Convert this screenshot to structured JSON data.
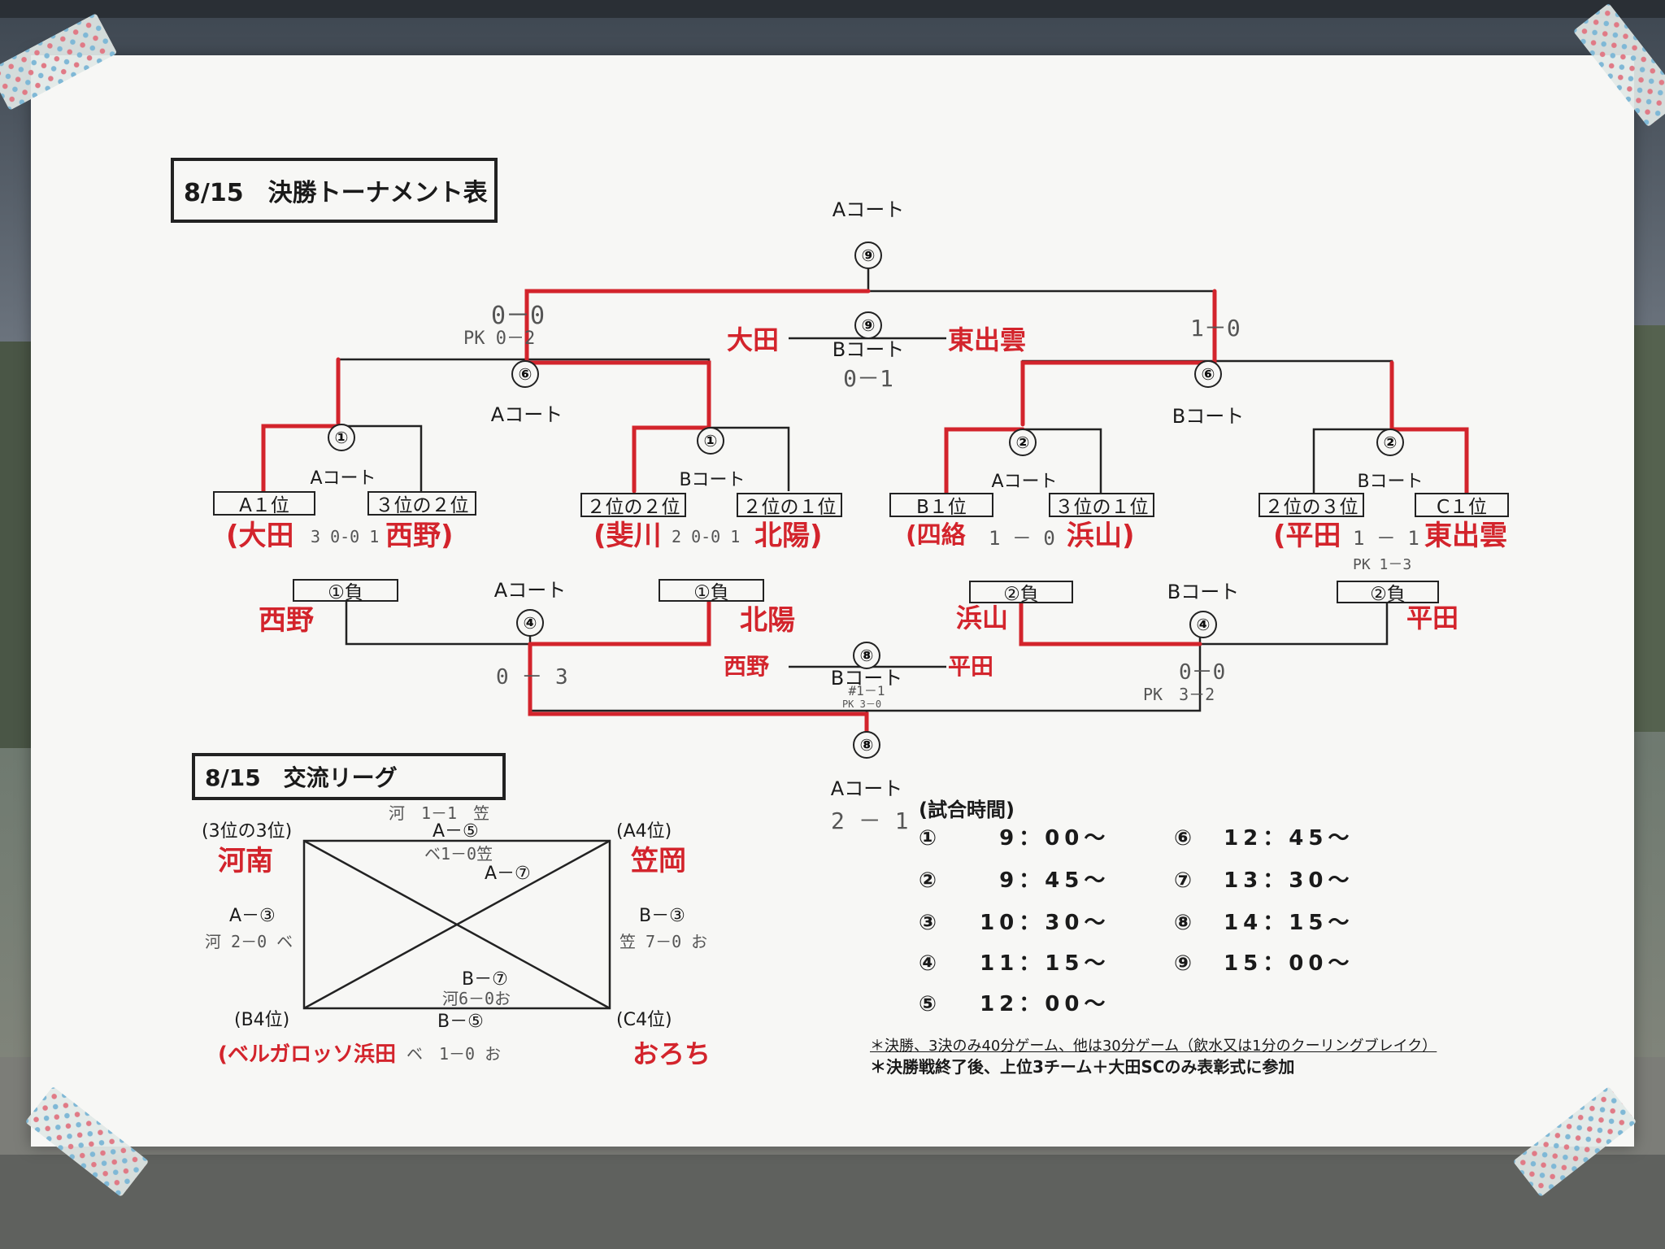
{
  "photo": {
    "colors": {
      "wall_top": "#3d4650",
      "wall_mid": "#6f7a70",
      "ground": "#8a8a80",
      "paper": "#f7f7f5"
    }
  },
  "tournament": {
    "title": "8/15　決勝トーナメント表",
    "ink": {
      "red": "#d3242c",
      "black": "#1a1a1a"
    },
    "final": {
      "num": "⑨",
      "court": "Aコート",
      "score_left": "0－0",
      "pk_left": "PK 0－2",
      "score_right": "1－0"
    },
    "third_place": {
      "num": "⑨",
      "court": "Bコート",
      "team_left": "大田",
      "team_right": "東出雲",
      "score": "0－1"
    },
    "semi": {
      "left": {
        "num": "⑥",
        "court": "Aコート"
      },
      "right": {
        "num": "⑥",
        "court": "Bコート"
      }
    },
    "first_round": [
      {
        "num": "①",
        "court": "Aコート",
        "slot_left": "A１位",
        "slot_right": "３位の２位",
        "team_left": "(大田",
        "score": "3 0-0 1",
        "team_right": "西野)"
      },
      {
        "num": "①",
        "court": "Bコート",
        "slot_left": "２位の２位",
        "slot_right": "２位の１位",
        "team_left": "(斐川",
        "score": "2 0-0 1",
        "team_right": "北陽)"
      },
      {
        "num": "②",
        "court": "Aコート",
        "slot_left": "B１位",
        "slot_right": "３位の１位",
        "team_left": "(四絡",
        "score": "1 － 0",
        "team_right": "浜山)"
      },
      {
        "num": "②",
        "court": "Bコート",
        "slot_left": "２位の３位",
        "slot_right": "C１位",
        "team_left": "(平田",
        "score": "1 － 1",
        "team_right": "東出雲",
        "pk": "PK 1－3"
      }
    ],
    "consolation": {
      "left": {
        "num": "④",
        "court": "Aコート",
        "slot_left": "①負",
        "slot_right": "①負",
        "team_left": "西野",
        "team_right": "北陽",
        "score": "0 － 3"
      },
      "right": {
        "num": "④",
        "court": "Bコート",
        "slot_left": "②負",
        "slot_right": "②負",
        "team_left": "浜山",
        "team_right": "平田",
        "score": "0－0",
        "pk": "PK　3－2"
      }
    },
    "fifth_place": {
      "num": "⑧",
      "court": "Bコート",
      "team_left": "西野",
      "team_right": "平田",
      "score": "#1－1",
      "pk": "PK 3－0"
    },
    "bottom_final": {
      "num": "⑧",
      "court": "Aコート",
      "score": "2 － 1"
    }
  },
  "league": {
    "title": "8/15　交流リーグ",
    "corners": [
      {
        "rank": "(3位の3位)",
        "team": "河南"
      },
      {
        "rank": "(A4位)",
        "team": "笠岡"
      },
      {
        "rank": "(B4位)",
        "team": "(ベルガロッソ浜田"
      },
      {
        "rank": "(C4位)",
        "team": "おろち"
      }
    ],
    "matches": {
      "top": {
        "code": "A－⑤",
        "result": "河　1－1　笠"
      },
      "diag": {
        "code": "A－⑦",
        "result": "ベ1－0笠"
      },
      "left": {
        "code": "A－③",
        "result": "河 2－0 ベ"
      },
      "right": {
        "code": "B－③",
        "result": "笠 7－0 お"
      },
      "center": {
        "code": "B－⑦",
        "result": "河6－0お"
      },
      "bottom": {
        "code": "B－⑤",
        "result": "ベ　1－0 お"
      }
    }
  },
  "schedule": {
    "header": "(試合時間)",
    "rows": [
      {
        "num": "①",
        "time": "9：00～"
      },
      {
        "num": "②",
        "time": "9：45～"
      },
      {
        "num": "③",
        "time": "10：30～"
      },
      {
        "num": "④",
        "time": "11：15～"
      },
      {
        "num": "⑤",
        "time": "12：00～"
      },
      {
        "num": "⑥",
        "time": "12：45～"
      },
      {
        "num": "⑦",
        "time": "13：30～"
      },
      {
        "num": "⑧",
        "time": "14：15～"
      },
      {
        "num": "⑨",
        "time": "15：00～"
      }
    ],
    "notes": [
      "＊決勝、3決のみ40分ゲーム、他は30分ゲーム（飲水又は1分のクーリングブレイク）",
      "＊決勝戦終了後、上位3チーム＋大田SCのみ表彰式に参加"
    ]
  }
}
